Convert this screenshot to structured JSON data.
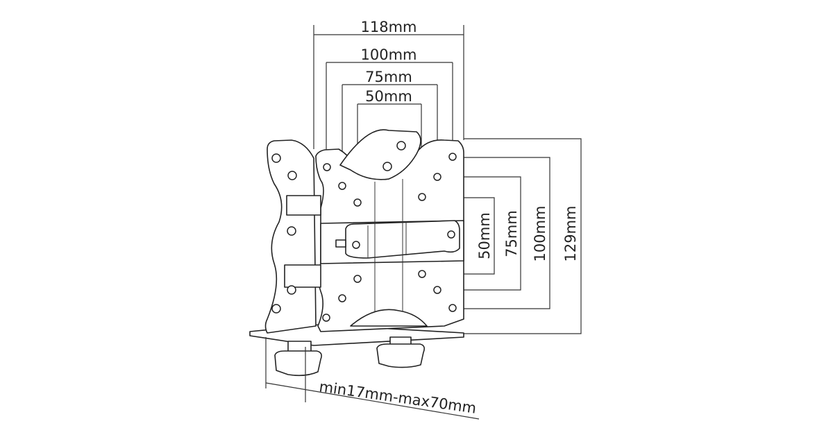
{
  "diagram": {
    "width_dims": [
      "118mm",
      "100mm",
      "75mm",
      "50mm"
    ],
    "height_dims": [
      "50mm",
      "75mm",
      "100mm",
      "129mm"
    ],
    "clamp_range": "min17mm-max70mm"
  }
}
